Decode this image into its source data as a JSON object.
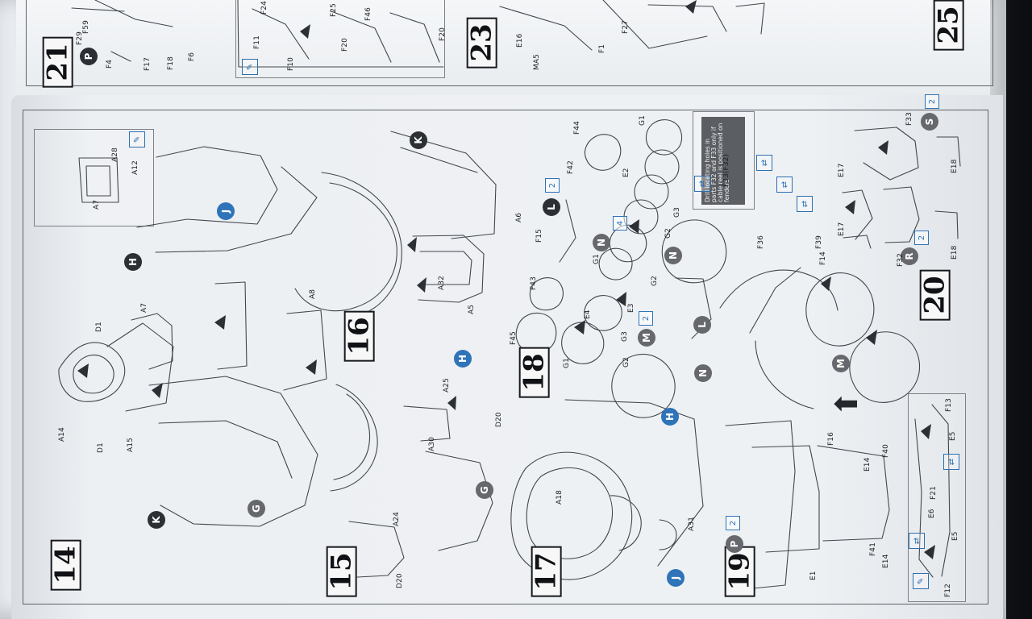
{
  "steps": {
    "s21": "21",
    "s23": "23",
    "s25": "25",
    "s14": "14",
    "s15": "15",
    "s16": "16",
    "s17": "17",
    "s18": "18",
    "s19": "19",
    "s20": "20"
  },
  "markers": {
    "p_top": "P",
    "h_main": "H",
    "j_top": "J",
    "k_main": "K",
    "g_main": "G",
    "h_mid": "H",
    "g_mid": "G",
    "j_low": "J",
    "l_main": "L",
    "n_a": "N",
    "n_b": "N",
    "m_a": "M",
    "l_low": "L",
    "m_low": "M",
    "n_low": "N",
    "p_low": "P",
    "r_main": "R",
    "s_main": "S",
    "k_upper": "K",
    "h_lower": "H"
  },
  "badges": {
    "l_qty": "2",
    "n_qty": "4",
    "m_qty": "2",
    "p_qty": "2",
    "r_qty": "2",
    "s_qty": "2"
  },
  "parts": [
    "F59",
    "F29",
    "F4",
    "F17",
    "F18",
    "F6",
    "F24",
    "F11",
    "F10",
    "F20",
    "F25",
    "F46",
    "F20",
    "F27",
    "F1",
    "E16",
    "MA5",
    "D1",
    "A14",
    "D1",
    "A15",
    "A28",
    "A12",
    "A7",
    "A7",
    "A8",
    "A32",
    "A5",
    "A6",
    "A25",
    "A30",
    "D20",
    "A24",
    "D20",
    "F44",
    "F42",
    "F15",
    "F43",
    "F45",
    "E4",
    "E2",
    "G1",
    "G2",
    "G3",
    "E3",
    "G1",
    "G2",
    "G3",
    "G1",
    "G2",
    "A18",
    "A31",
    "F33(F32)",
    "F33",
    "E18",
    "E17",
    "F36",
    "F39",
    "F14",
    "F32",
    "E18",
    "E17",
    "F16",
    "F13",
    "E14",
    "F40",
    "E5",
    "E6",
    "F21",
    "E14",
    "F41",
    "E1",
    "E5",
    "F12"
  ],
  "note": {
    "text": "Drill locating holes in parts F32 and F33 only if cable reel is positioned on fenders"
  },
  "icons": {
    "info_top_left": "paint-icon",
    "info_upper": "paint-icon",
    "info_mid_a": "flip-icon",
    "info_mid_b": "flip-icon",
    "info_mid_c": "flip-icon",
    "info_mid_d": "flip-icon",
    "info_bottom_a": "paint-icon",
    "info_bottom_b": "flip-icon",
    "info_bottom_c": "flip-icon"
  }
}
